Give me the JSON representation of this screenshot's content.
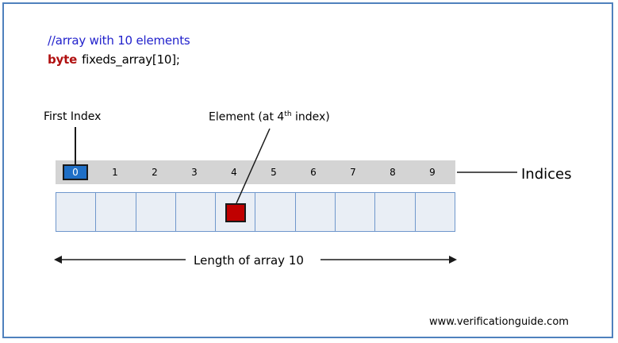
{
  "code": {
    "comment": "//array with 10 elements",
    "keyword": "byte",
    "declaration": "fixeds_array[10];"
  },
  "labels": {
    "first_index": "First Index",
    "element_prefix": "Element (at 4",
    "element_sup": "th",
    "element_suffix": " index)",
    "indices": "Indices",
    "length": "Length of array 10"
  },
  "indices": [
    "0",
    "1",
    "2",
    "3",
    "4",
    "5",
    "6",
    "7",
    "8",
    "9"
  ],
  "highlight": {
    "first_index": 0,
    "element_index": 4
  },
  "colors": {
    "frame": "#4f81bd",
    "first_index_box": "#1f6fc6",
    "element_box": "#c00000",
    "cell_fill": "#e9eef5",
    "indices_bar": "#d4d4d4"
  },
  "watermark": "www.verificationguide.com"
}
